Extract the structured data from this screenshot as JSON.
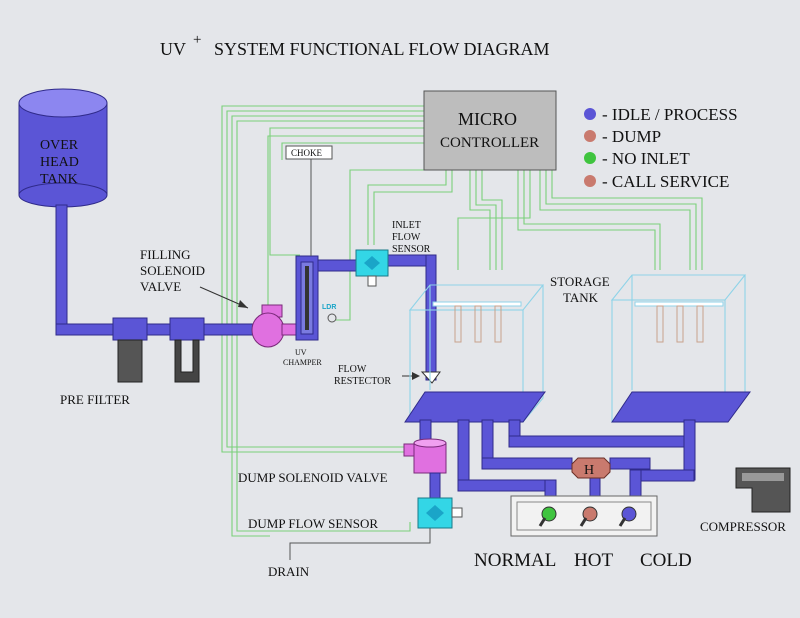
{
  "title": "UV",
  "title_sup": "+",
  "title_rest": "SYSTEM FUNCTIONAL FLOW DIAGRAM",
  "overhead_tank": {
    "line1": "OVER",
    "line2": "HEAD",
    "line3": "TANK"
  },
  "micro_controller": {
    "line1": "MICRO",
    "line2": "CONTROLLER"
  },
  "legend": [
    {
      "label": "- IDLE / PROCESS",
      "color": "#5b55d6"
    },
    {
      "label": "- DUMP",
      "color": "#c97a6e"
    },
    {
      "label": "- NO INLET",
      "color": "#3fc43f"
    },
    {
      "label": "- CALL SERVICE",
      "color": "#c97a6e"
    }
  ],
  "labels": {
    "choke": "CHOKE",
    "inlet_flow_1": "INLET",
    "inlet_flow_2": "FLOW",
    "inlet_flow_3": "SENSOR",
    "filling_1": "FILLING",
    "filling_2": "SOLENOID",
    "filling_3": "VALVE",
    "ldr": "LDR",
    "uv_1": "UV",
    "uv_2": "CHAMPER",
    "flow_1": "FLOW",
    "flow_2": "RESTECTOR",
    "storage_1": "STORAGE",
    "storage_2": "TANK",
    "pre_filter": "PRE FILTER",
    "dump_valve": "DUMP SOLENOID VALVE",
    "dump_sensor": "DUMP FLOW SENSOR",
    "drain": "DRAIN",
    "compressor": "COMPRESSOR",
    "heater": "H",
    "normal": "NORMAL",
    "hot": "HOT",
    "cold": "COLD"
  },
  "colors": {
    "pipe": "#5b55d6",
    "signal_wire": "#7ad07a",
    "valve": "#e070e0",
    "sensor": "#33d6e6",
    "controller": "#bdbdbd"
  }
}
